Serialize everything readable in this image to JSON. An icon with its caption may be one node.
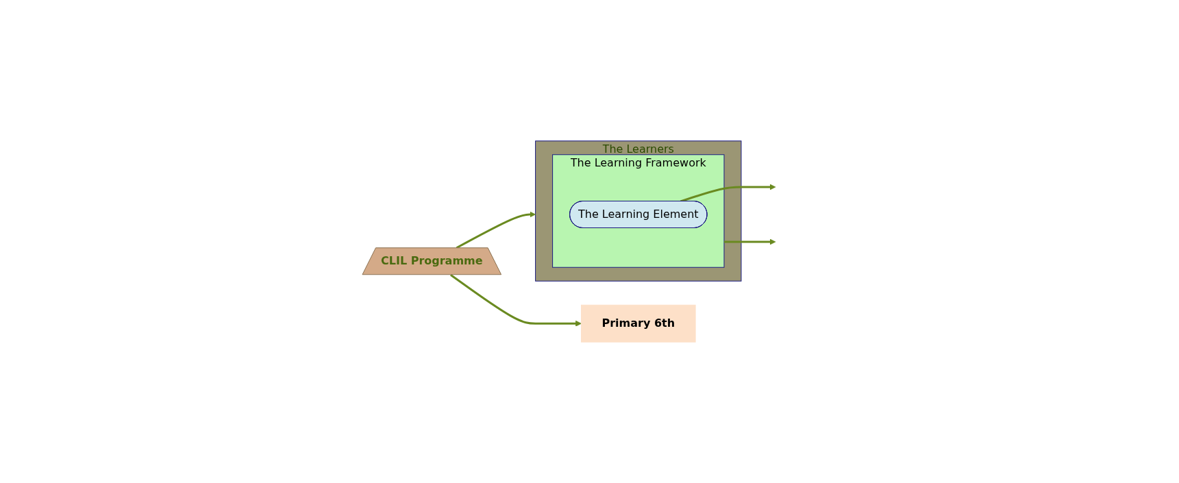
{
  "diagram": {
    "nodes": [
      {
        "text": [
          "CLIL Programme"
        ]
      },
      {
        "text": [
          "The Learners"
        ]
      },
      {
        "text": [
          "The Learning Framework"
        ],
        "in": 1
      },
      {
        "text": [
          "The Learning Element"
        ],
        "in": 2
      },
      {
        "text": [
          "Primary 6th"
        ]
      }
    ],
    "edges": [
      {
        "from": 0,
        "to": 1,
        "arrow": "to"
      },
      {
        "from": 0,
        "to": 4,
        "arrow": "to"
      },
      {
        "from": 2,
        "to": null,
        "arrow": "to"
      },
      {
        "from": 3,
        "to": null,
        "arrow": "to"
      }
    ]
  }
}
